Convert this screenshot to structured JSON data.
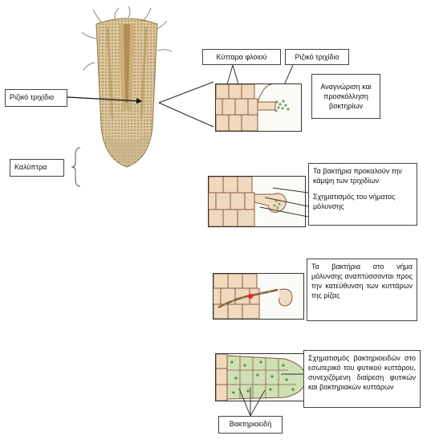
{
  "labels": {
    "root_hair_left": "Ριζικό τριχίδιο",
    "root_cap": "Καλύπτρα",
    "cortex_cells": "Κύτταρα φλοιού",
    "root_hair_top": "Ριζικό τριχίδιο",
    "recognition": "Αναγνώριση και προσκόλληση βακτηρίων",
    "curling": "Τα βακτήρια προκαλούν την κάμψη των τριχιδίων",
    "infection_thread": "Σχηματισμός του νήματος μόλυνσης",
    "thread_growth": "Τα βακτήρια στο νήμα μόλυνσης αναπτύσσονται προς την κατεύθυνση των κυττάρων της ρίζας",
    "bacteroid_formation": "Σχηματισμός βακτηριοειδών στο εσωτερικό του φυτικού κυττάρου, συνεχιζόμενη διαίρεση φυτικών και βακτηριακών κυττάρων",
    "bacteroids": "Βακτηριοειδή"
  },
  "colors": {
    "root_fill": "#d9c49a",
    "root_stripe": "#b59a5e",
    "cell_wall": "#8b5a3c",
    "cell_fill": "#f0d9bf",
    "hair_fill": "#f3dcc4",
    "bacteria": "#7fa25a",
    "red_nucleus": "#e03030"
  }
}
